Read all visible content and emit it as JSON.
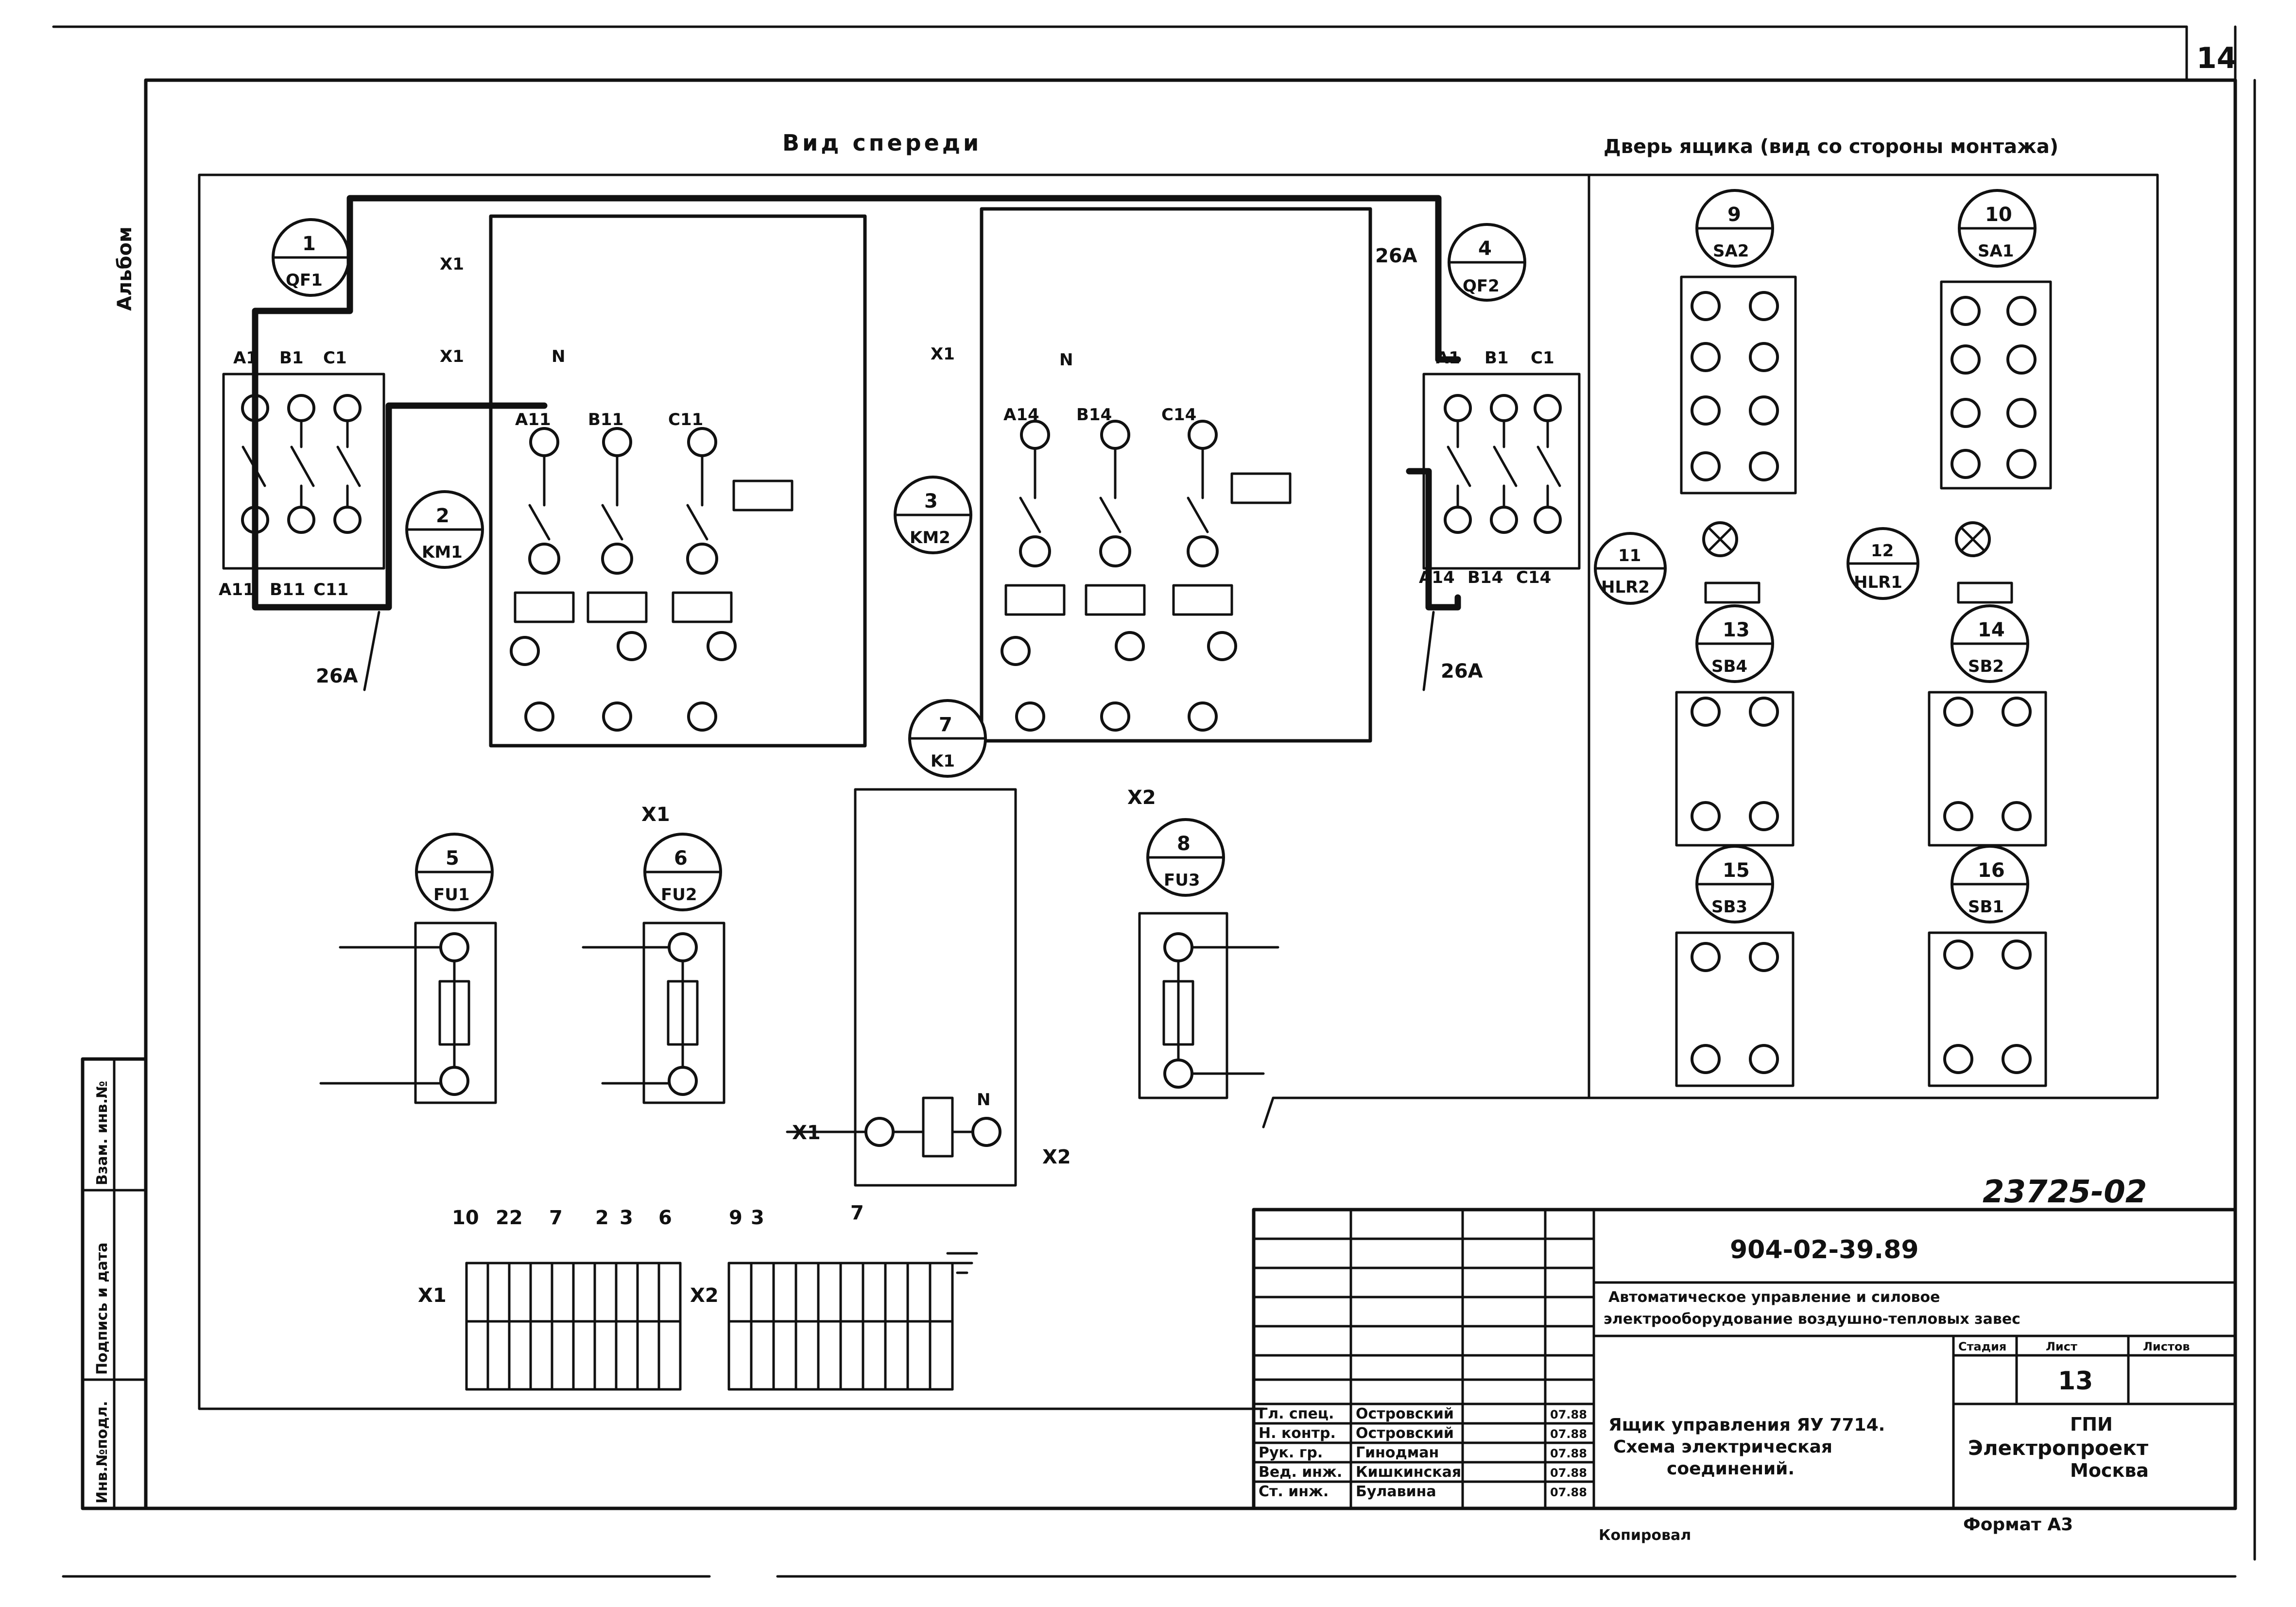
{
  "sheet": {
    "number": "14",
    "side_label": "Альбом",
    "margin_fields": [
      "Инв.№подл.",
      "Подпись и дата",
      "Взам. инв.№"
    ],
    "front_view_title": "Вид спереди",
    "door_title": "Дверь ящика (вид со стороны монтажа)",
    "archive_number": "23725-02"
  },
  "devices": [
    {
      "num": "1",
      "code": "QF1"
    },
    {
      "num": "2",
      "code": "KM1"
    },
    {
      "num": "3",
      "code": "KM2"
    },
    {
      "num": "4",
      "code": "QF2"
    },
    {
      "num": "5",
      "code": "FU1"
    },
    {
      "num": "6",
      "code": "FU2"
    },
    {
      "num": "7",
      "code": "K1"
    },
    {
      "num": "8",
      "code": "FU3"
    },
    {
      "num": "9",
      "code": "SA2"
    },
    {
      "num": "10",
      "code": "SA1"
    },
    {
      "num": "11",
      "code": "HLR2"
    },
    {
      "num": "12",
      "code": "HLR1"
    },
    {
      "num": "13",
      "code": "SB4"
    },
    {
      "num": "14",
      "code": "SB2"
    },
    {
      "num": "15",
      "code": "SB3"
    },
    {
      "num": "16",
      "code": "SB1"
    }
  ],
  "wire_marks": {
    "bundle": "26A",
    "qf1_top": [
      "A1",
      "B1",
      "C1"
    ],
    "qf1_bot": [
      "A11",
      "B11",
      "C11"
    ],
    "qf2_top": [
      "A1",
      "B1",
      "C1"
    ],
    "qf2_bot": [
      "A14",
      "B14",
      "C14"
    ],
    "km1_phase": [
      "A11",
      "B11",
      "C11"
    ],
    "km2_phase": [
      "A14",
      "B14",
      "C14"
    ],
    "x1": "X1",
    "x2": "X2",
    "n": "N"
  },
  "terminals": {
    "x1_wires": [
      "10",
      "22",
      "7",
      "2",
      "3",
      "6"
    ],
    "x2_wires": [
      "9",
      "3",
      "7"
    ]
  },
  "title_block": {
    "doc_code": "904-02-39.89",
    "description_line1": "Автоматическое управление и силовое",
    "description_line2": "электрооборудование воздушно-тепловых завес",
    "stage_label": "Стадия",
    "sheet_label": "Лист",
    "sheets_label": "Листов",
    "sheet_value": "13",
    "drawing_name_line1": "Ящик управления ЯУ 7714.",
    "drawing_name_line2": "Схема электрическая",
    "drawing_name_line3": "соединений.",
    "org_line1": "ГПИ",
    "org_line2": "Электропроект",
    "org_line3": "Москва",
    "signatures": [
      {
        "role": "Гл. спец.",
        "name": "Островский",
        "date": "07.88"
      },
      {
        "role": "Н. контр.",
        "name": "Островский",
        "date": "07.88"
      },
      {
        "role": "Рук. гр.",
        "name": "Гинодман",
        "date": "07.88"
      },
      {
        "role": "Вед. инж.",
        "name": "Кишкинская",
        "date": "07.88"
      },
      {
        "role": "Ст. инж.",
        "name": "Булавина",
        "date": "07.88"
      }
    ],
    "copied_by": "Копировал",
    "format": "Формат А3"
  }
}
